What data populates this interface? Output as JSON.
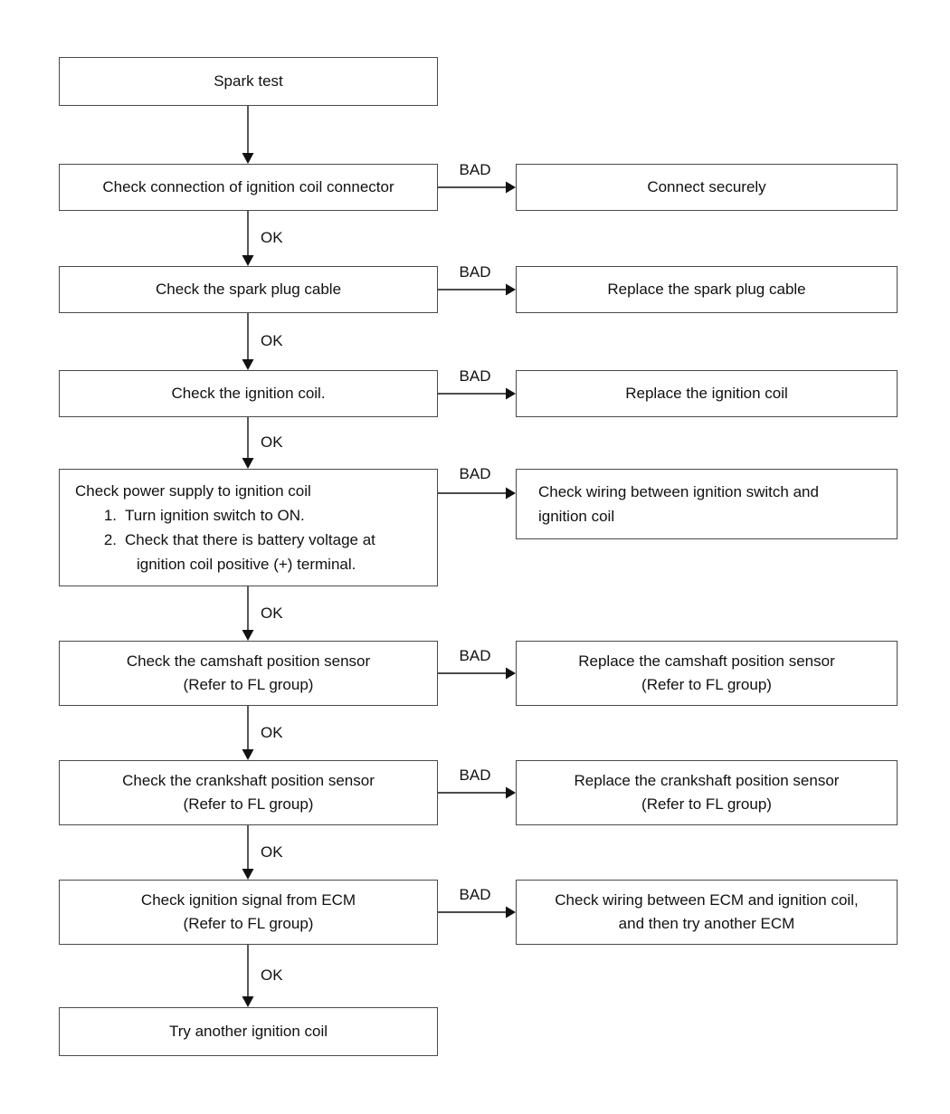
{
  "palette": {
    "background": "#ffffff",
    "box_border": "#4a4a4a",
    "text": "#111111",
    "line": "#111111"
  },
  "flowchart": {
    "start": {
      "label": "Spark test"
    },
    "steps": [
      {
        "check_lines": [
          "Check connection of ignition coil connector"
        ],
        "bad": "BAD",
        "ok": "OK",
        "action_lines": [
          "Connect securely"
        ]
      },
      {
        "check_lines": [
          "Check the spark plug cable"
        ],
        "bad": "BAD",
        "ok": "OK",
        "action_lines": [
          "Replace the spark plug cable"
        ]
      },
      {
        "check_lines": [
          "Check the ignition coil."
        ],
        "bad": "BAD",
        "ok": "OK",
        "action_lines": [
          "Replace the ignition coil"
        ]
      },
      {
        "check_title": "Check power supply to ignition coil",
        "check_items": [
          {
            "num": "1.",
            "text": "Turn ignition switch to ON."
          },
          {
            "num": "2.",
            "text": "Check that there is battery voltage at ignition coil positive (+) terminal."
          }
        ],
        "bad": "BAD",
        "ok": "OK",
        "action_lines": [
          "Check wiring between ignition switch and",
          "ignition coil"
        ]
      },
      {
        "check_lines": [
          "Check the camshaft position sensor",
          "(Refer to FL group)"
        ],
        "bad": "BAD",
        "ok": "OK",
        "action_lines": [
          "Replace the camshaft position sensor",
          "(Refer to FL group)"
        ]
      },
      {
        "check_lines": [
          "Check the crankshaft position sensor",
          "(Refer to FL group)"
        ],
        "bad": "BAD",
        "ok": "OK",
        "action_lines": [
          "Replace the crankshaft position sensor",
          "(Refer to FL group)"
        ]
      },
      {
        "check_lines": [
          "Check ignition signal from ECM",
          "(Refer to FL group)"
        ],
        "bad": "BAD",
        "ok": "OK",
        "action_lines": [
          "Check wiring between ECM and ignition coil,",
          "and then try another ECM"
        ]
      }
    ],
    "end": {
      "label": "Try another ignition coil"
    }
  }
}
